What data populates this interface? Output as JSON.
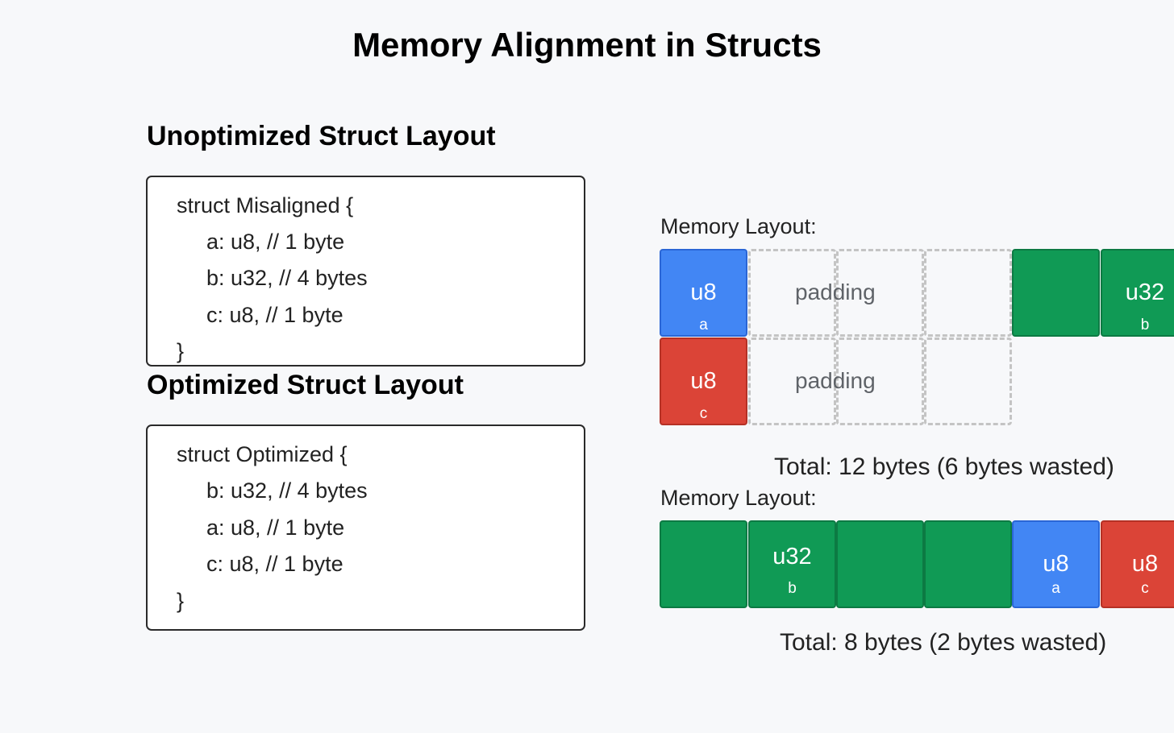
{
  "title": "Memory Alignment in Structs",
  "unoptimized": {
    "heading": "Unoptimized Struct Layout",
    "code": [
      "struct Misaligned {",
      "a: u8, // 1 byte",
      "b: u32, // 4 bytes",
      "c: u8, // 1 byte",
      "}"
    ],
    "memory_label": "Memory Layout:",
    "padding_label_1": "padding",
    "padding_label_2": "padding",
    "u8_a_type": "u8",
    "u8_a_field": "a",
    "u32_b_type": "u32",
    "u32_b_field": "b",
    "u8_c_type": "u8",
    "u8_c_field": "c",
    "total": "Total: 12 bytes (6 bytes wasted)"
  },
  "optimized": {
    "heading": "Optimized Struct Layout",
    "code": [
      "struct Optimized {",
      "b: u32, // 4 bytes",
      "a: u8, // 1 byte",
      "c: u8, // 1 byte",
      "}"
    ],
    "memory_label": "Memory Layout:",
    "u32_b_type": "u32",
    "u32_b_field": "b",
    "u8_a_type": "u8",
    "u8_a_field": "a",
    "u8_c_type": "u8",
    "u8_c_field": "c",
    "total": "Total: 8 bytes (2 bytes wasted)"
  },
  "colors": {
    "u32": "#109a55",
    "u8_a": "#4286f4",
    "u8_c": "#db4437",
    "padding": "#c4c4c4"
  }
}
